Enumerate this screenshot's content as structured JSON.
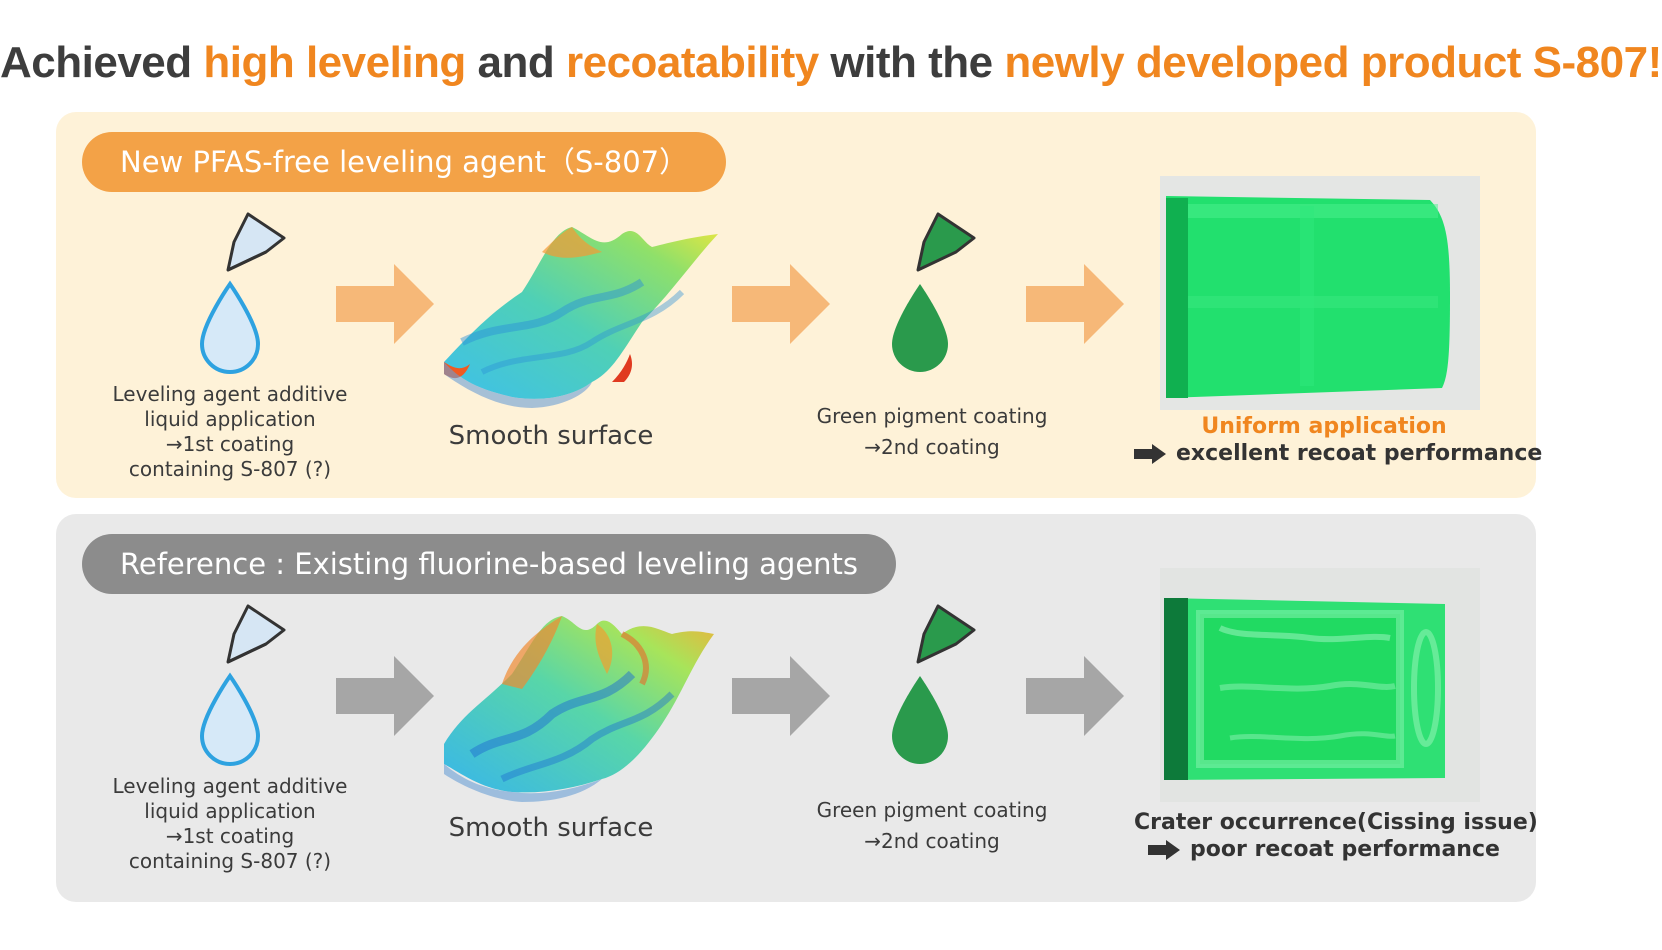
{
  "headline": {
    "part1": "Achieved ",
    "part2": "high leveling",
    "part3": " and ",
    "part4": "recoatability",
    "part5": " with the ",
    "part6": "newly developed product S-807!"
  },
  "colors": {
    "accent": "#f0861f",
    "panel_top_bg": "#fef2d8",
    "panel_bottom_bg": "#e9e9e9",
    "pill_top": "#f3a247",
    "pill_bottom": "#8c8c8c",
    "arrow_top": "#f6b878",
    "arrow_bottom": "#a6a6a6",
    "drop_blue": "#2ea2e0",
    "drop_green": "#2a9a4c",
    "coating_green": "#1fdc6a"
  },
  "top": {
    "label": "New PFAS-free leveling agent（S-807）",
    "step1_line1": "Leveling agent additive",
    "step1_line2": "liquid application",
    "step1_line3": "→1st coating",
    "step1_line4": "containing S-807 (?)",
    "step2": "Smooth surface",
    "step3_line1": "Green pigment coating",
    "step3_line2": "→2nd coating",
    "result_line1": "Uniform application",
    "result_line2": "excellent recoat performance"
  },
  "bottom": {
    "label": "Reference : Existing fluorine-based leveling agents",
    "step1_line1": "Leveling agent additive",
    "step1_line2": "liquid application",
    "step1_line3": "→1st coating",
    "step1_line4": "containing S-807 (?)",
    "step2": "Smooth surface",
    "step3_line1": "Green pigment coating",
    "step3_line2": "→2nd coating",
    "result_line1": "Crater occurrence(Cissing issue)",
    "result_line2": "poor recoat performance"
  }
}
